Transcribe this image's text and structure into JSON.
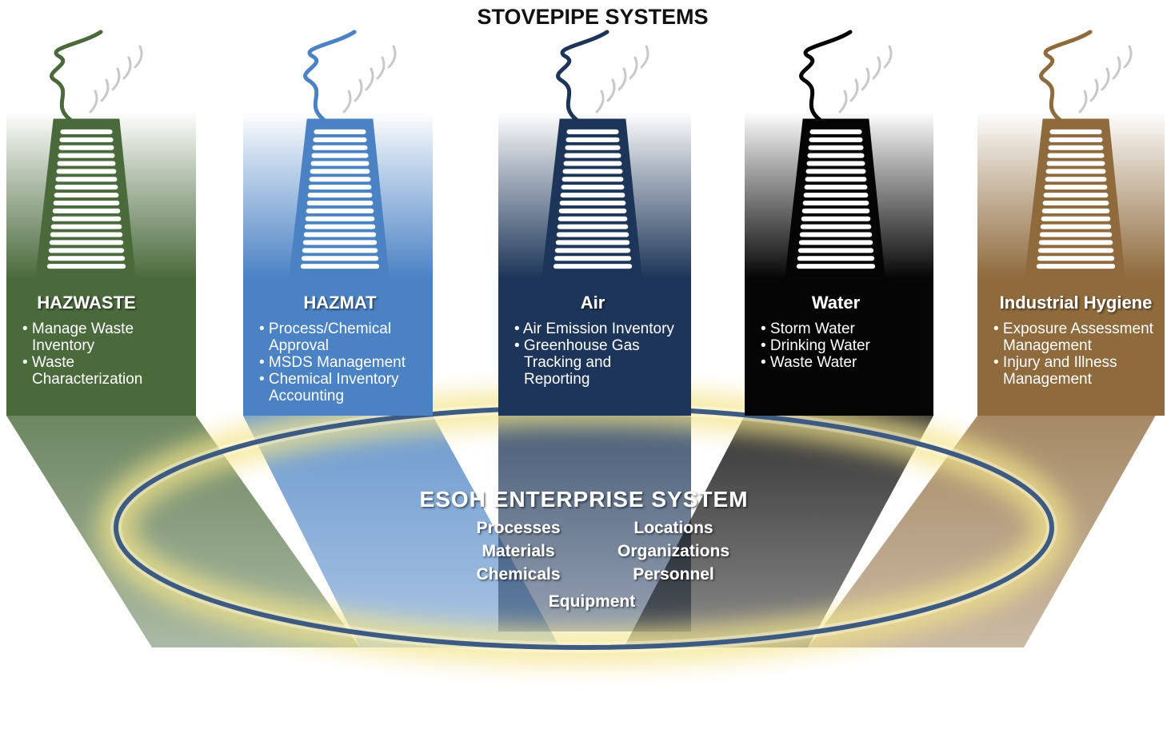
{
  "title": "STOVEPIPE SYSTEMS",
  "columns": [
    {
      "title": "HAZWASTE",
      "color": "#4a6a3c",
      "bullets": [
        [
          "Manage Waste",
          "Inventory"
        ],
        [
          "Waste",
          "Characterization"
        ]
      ]
    },
    {
      "title": "HAZMAT",
      "color": "#4a82c4",
      "bullets": [
        [
          "Process/Chemical",
          "Approval"
        ],
        [
          "MSDS Management"
        ],
        [
          "Chemical Inventory",
          "Accounting"
        ]
      ]
    },
    {
      "title": "Air",
      "color": "#1c3558",
      "bullets": [
        [
          "Air Emission Inventory"
        ],
        [
          "Greenhouse Gas",
          "Tracking and",
          "Reporting"
        ]
      ]
    },
    {
      "title": "Water",
      "color": "#050505",
      "bullets": [
        [
          "Storm Water"
        ],
        [
          "Drinking Water"
        ],
        [
          "Waste Water"
        ]
      ]
    },
    {
      "title": "Industrial Hygiene",
      "color": "#8e6a3c",
      "bullets": [
        [
          "Exposure Assessment",
          "Management"
        ],
        [
          "Injury and Illness",
          "Management"
        ]
      ]
    }
  ],
  "enterprise": {
    "title": "ESOH ENTERPRISE SYSTEM",
    "left_items": [
      "Processes",
      "Materials",
      "Chemicals"
    ],
    "right_items": [
      "Locations",
      "Organizations",
      "Personnel"
    ],
    "bottom_item": "Equipment"
  },
  "colors": {
    "ring": "#3d5a80",
    "glow": "#f3e48a"
  },
  "icons": [
    "smokestack-icon",
    "smoke-icon"
  ]
}
